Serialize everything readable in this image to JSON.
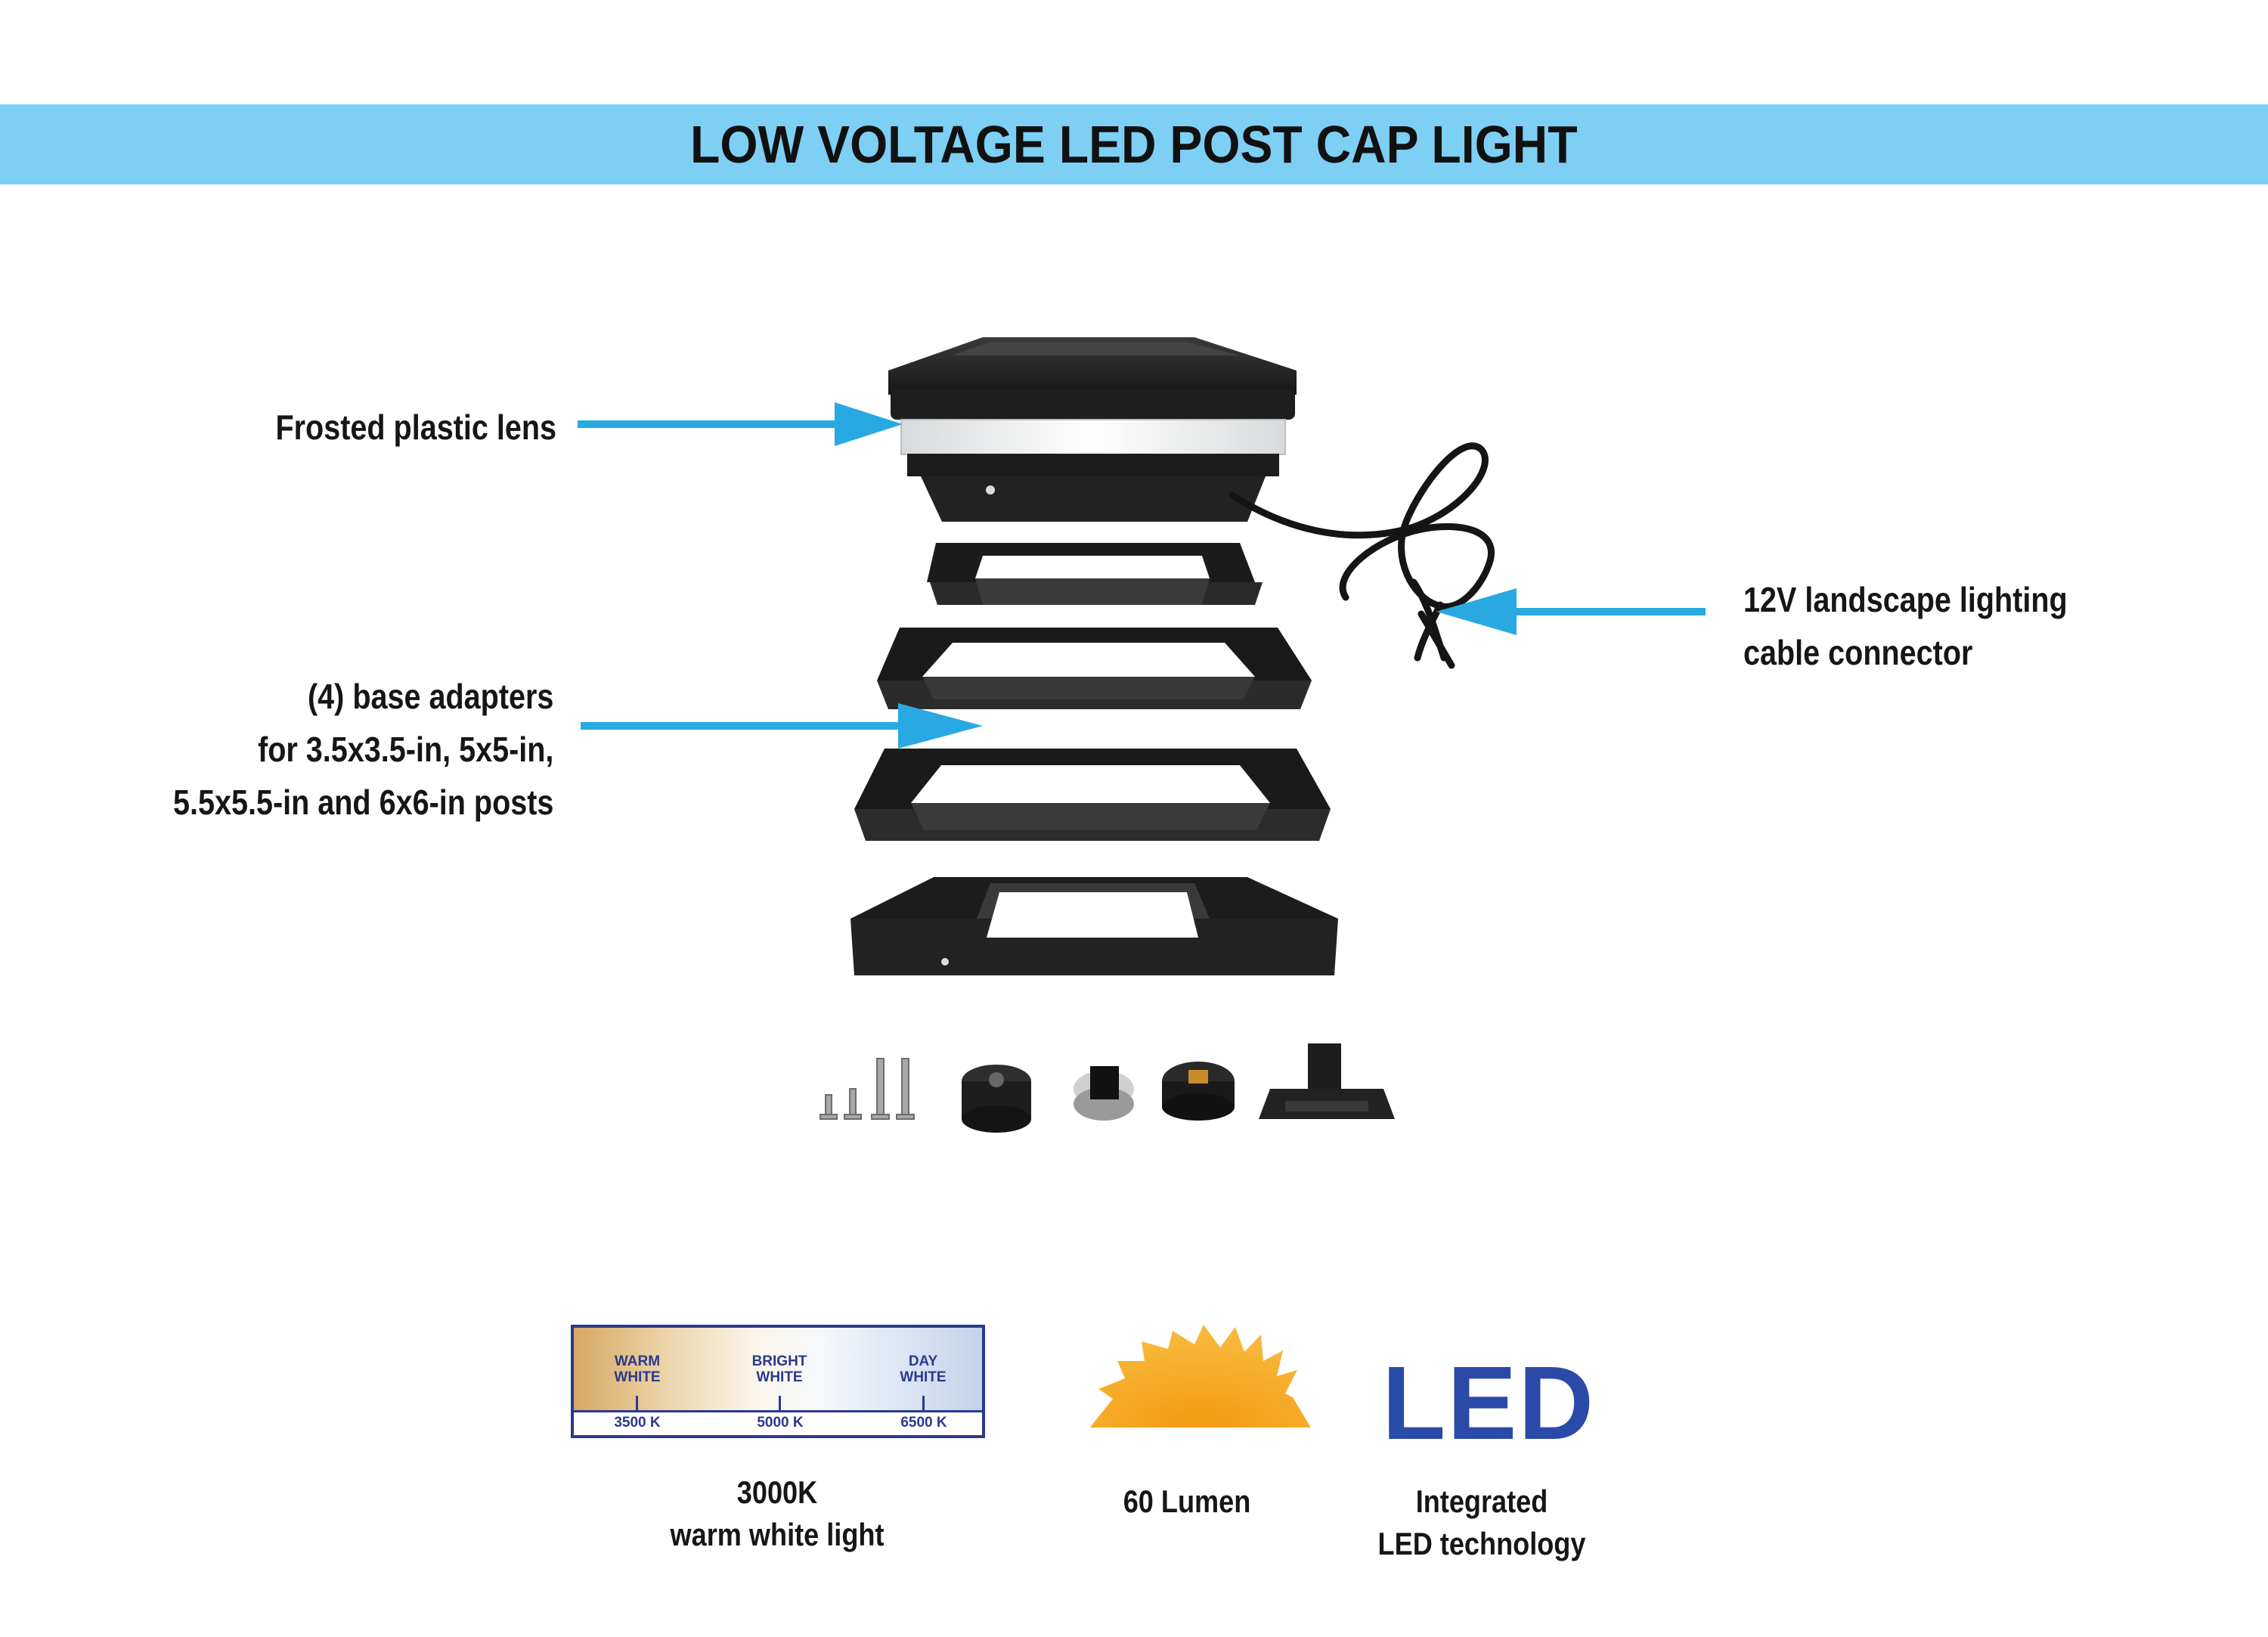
{
  "title": "LOW VOLTAGE LED POST CAP LIGHT",
  "colors": {
    "title_bar": "#7ecff4",
    "arrow": "#29a9e1",
    "product_black": "#1d1d1d",
    "led_blue": "#2a4aa8",
    "sun_orange": "#f6a21c",
    "scale_navy": "#2a3a8c"
  },
  "callouts": {
    "lens": [
      "Frosted plastic lens"
    ],
    "adapters": [
      "(4) base adapters",
      "for 3.5x3.5-in, 5x5-in,",
      "5.5x5.5-in and 6x6-in posts"
    ],
    "cable": [
      "12V landscape lighting",
      "cable connector"
    ]
  },
  "color_temperature_scale": {
    "labels": [
      [
        "WARM",
        "WHITE"
      ],
      [
        "BRIGHT",
        "WHITE"
      ],
      [
        "DAY",
        "WHITE"
      ]
    ],
    "kelvin": [
      "3500 K",
      "5000 K",
      "6500 K"
    ]
  },
  "features": {
    "color_temp": [
      "3000K",
      "warm white light"
    ],
    "lumen": [
      "60 Lumen"
    ],
    "led_logo": "LED",
    "led": [
      "Integrated",
      "LED technology"
    ]
  },
  "icons": {
    "color_temp": "color-temperature-scale-icon",
    "lumen": "sunburst-icon",
    "led": "led-logo-icon"
  }
}
